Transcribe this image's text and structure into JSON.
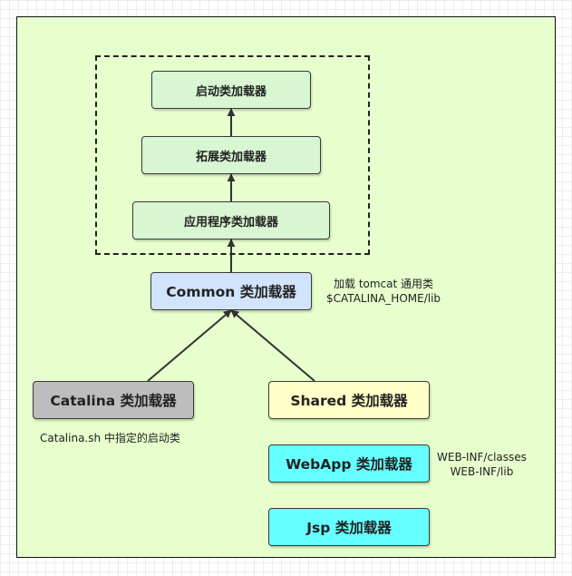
{
  "nodes": {
    "bootstrap": {
      "label": "启动类加载器",
      "fill": "#d8f6d1"
    },
    "extension": {
      "label": "拓展类加载器",
      "fill": "#d8f6d1"
    },
    "application": {
      "label": "应用程序类加载器",
      "fill": "#d8f6d1"
    },
    "common": {
      "label": "Common 类加载器",
      "fill": "#d2e3fc"
    },
    "catalina": {
      "label": "Catalina 类加载器",
      "fill": "#bdbdbd"
    },
    "shared": {
      "label": "Shared 类加载器",
      "fill": "#ffffc8"
    },
    "webapp": {
      "label": "WebApp 类加载器",
      "fill": "#66ffff"
    },
    "jsp": {
      "label": "Jsp 类加载器",
      "fill": "#66ffff"
    }
  },
  "notes": {
    "common_line1": "加载 tomcat 通用类",
    "common_line2": "$CATALINA_HOME/lib",
    "catalina": "Catalina.sh 中指定的启动类",
    "webapp_line1": "WEB-INF/classes",
    "webapp_line2": "WEB-INF/lib"
  },
  "edges": [
    {
      "from": "extension",
      "to": "bootstrap"
    },
    {
      "from": "application",
      "to": "extension"
    },
    {
      "from": "common",
      "to": "application"
    },
    {
      "from": "catalina",
      "to": "common"
    },
    {
      "from": "shared",
      "to": "common"
    }
  ],
  "colors": {
    "canvas": "#e6ffcc",
    "line": "#333333"
  }
}
